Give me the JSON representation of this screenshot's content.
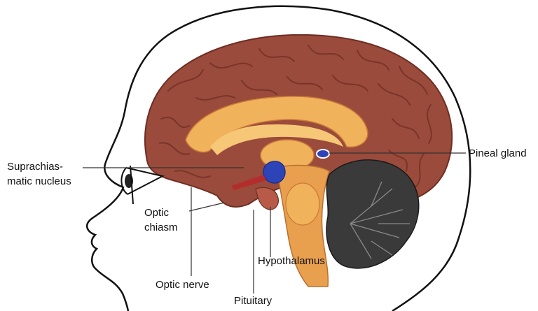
{
  "labels": {
    "suprachiasmatic_line1": "Suprachias-",
    "suprachiasmatic_line2": "matic nucleus",
    "optic_chiasm_line1": "Optic",
    "optic_chiasm_line2": "chiasm",
    "optic_nerve": "Optic nerve",
    "pituitary": "Pituitary",
    "hypothalamus": "Hypothalamus",
    "pineal_gland": "Pineal gland"
  },
  "colors": {
    "cortex": "#9a4b3b",
    "cortex_dark": "#6e2e24",
    "inner": "#f0b25a",
    "inner_dark": "#d9893a",
    "cerebellum": "#3a3a3a",
    "hypothalamus_blue": "#2d43b8",
    "outline": "#111111"
  }
}
